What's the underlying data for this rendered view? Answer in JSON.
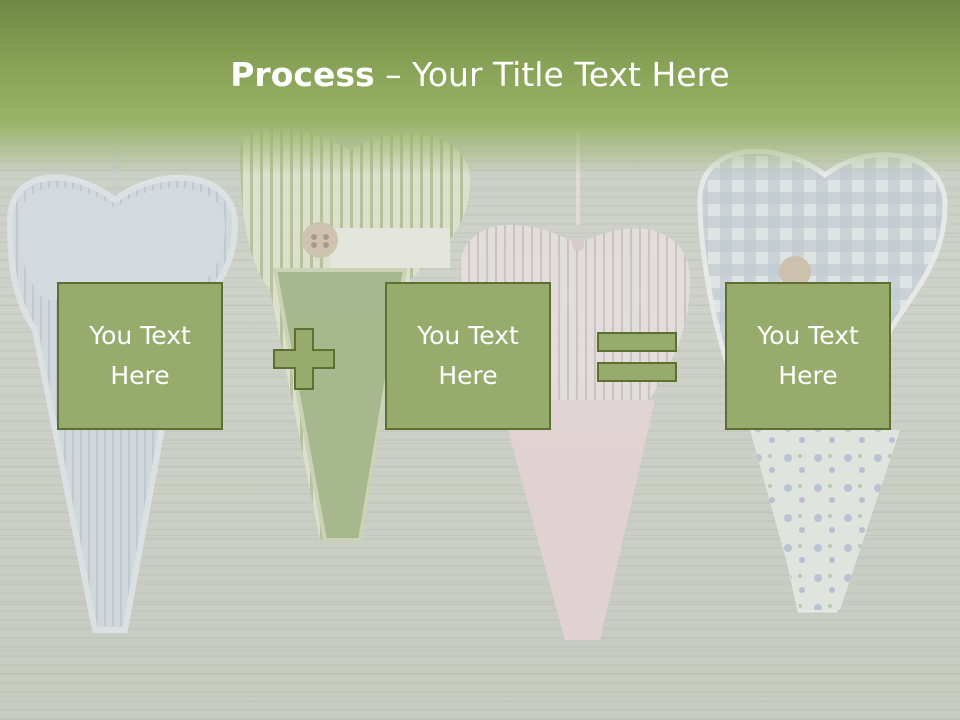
{
  "slide": {
    "title_bold": "Process",
    "title_rest": " – Your Title Text Here",
    "boxes": [
      {
        "text": "You Text Here"
      },
      {
        "text": "You Text Here"
      },
      {
        "text": "You Text Here"
      }
    ],
    "operators": [
      "plus-icon",
      "equals-icon"
    ],
    "colors": {
      "header_green": "#86a055",
      "box_fill": "#97ab6c",
      "box_border": "#5d7032",
      "text": "#ffffff"
    }
  }
}
